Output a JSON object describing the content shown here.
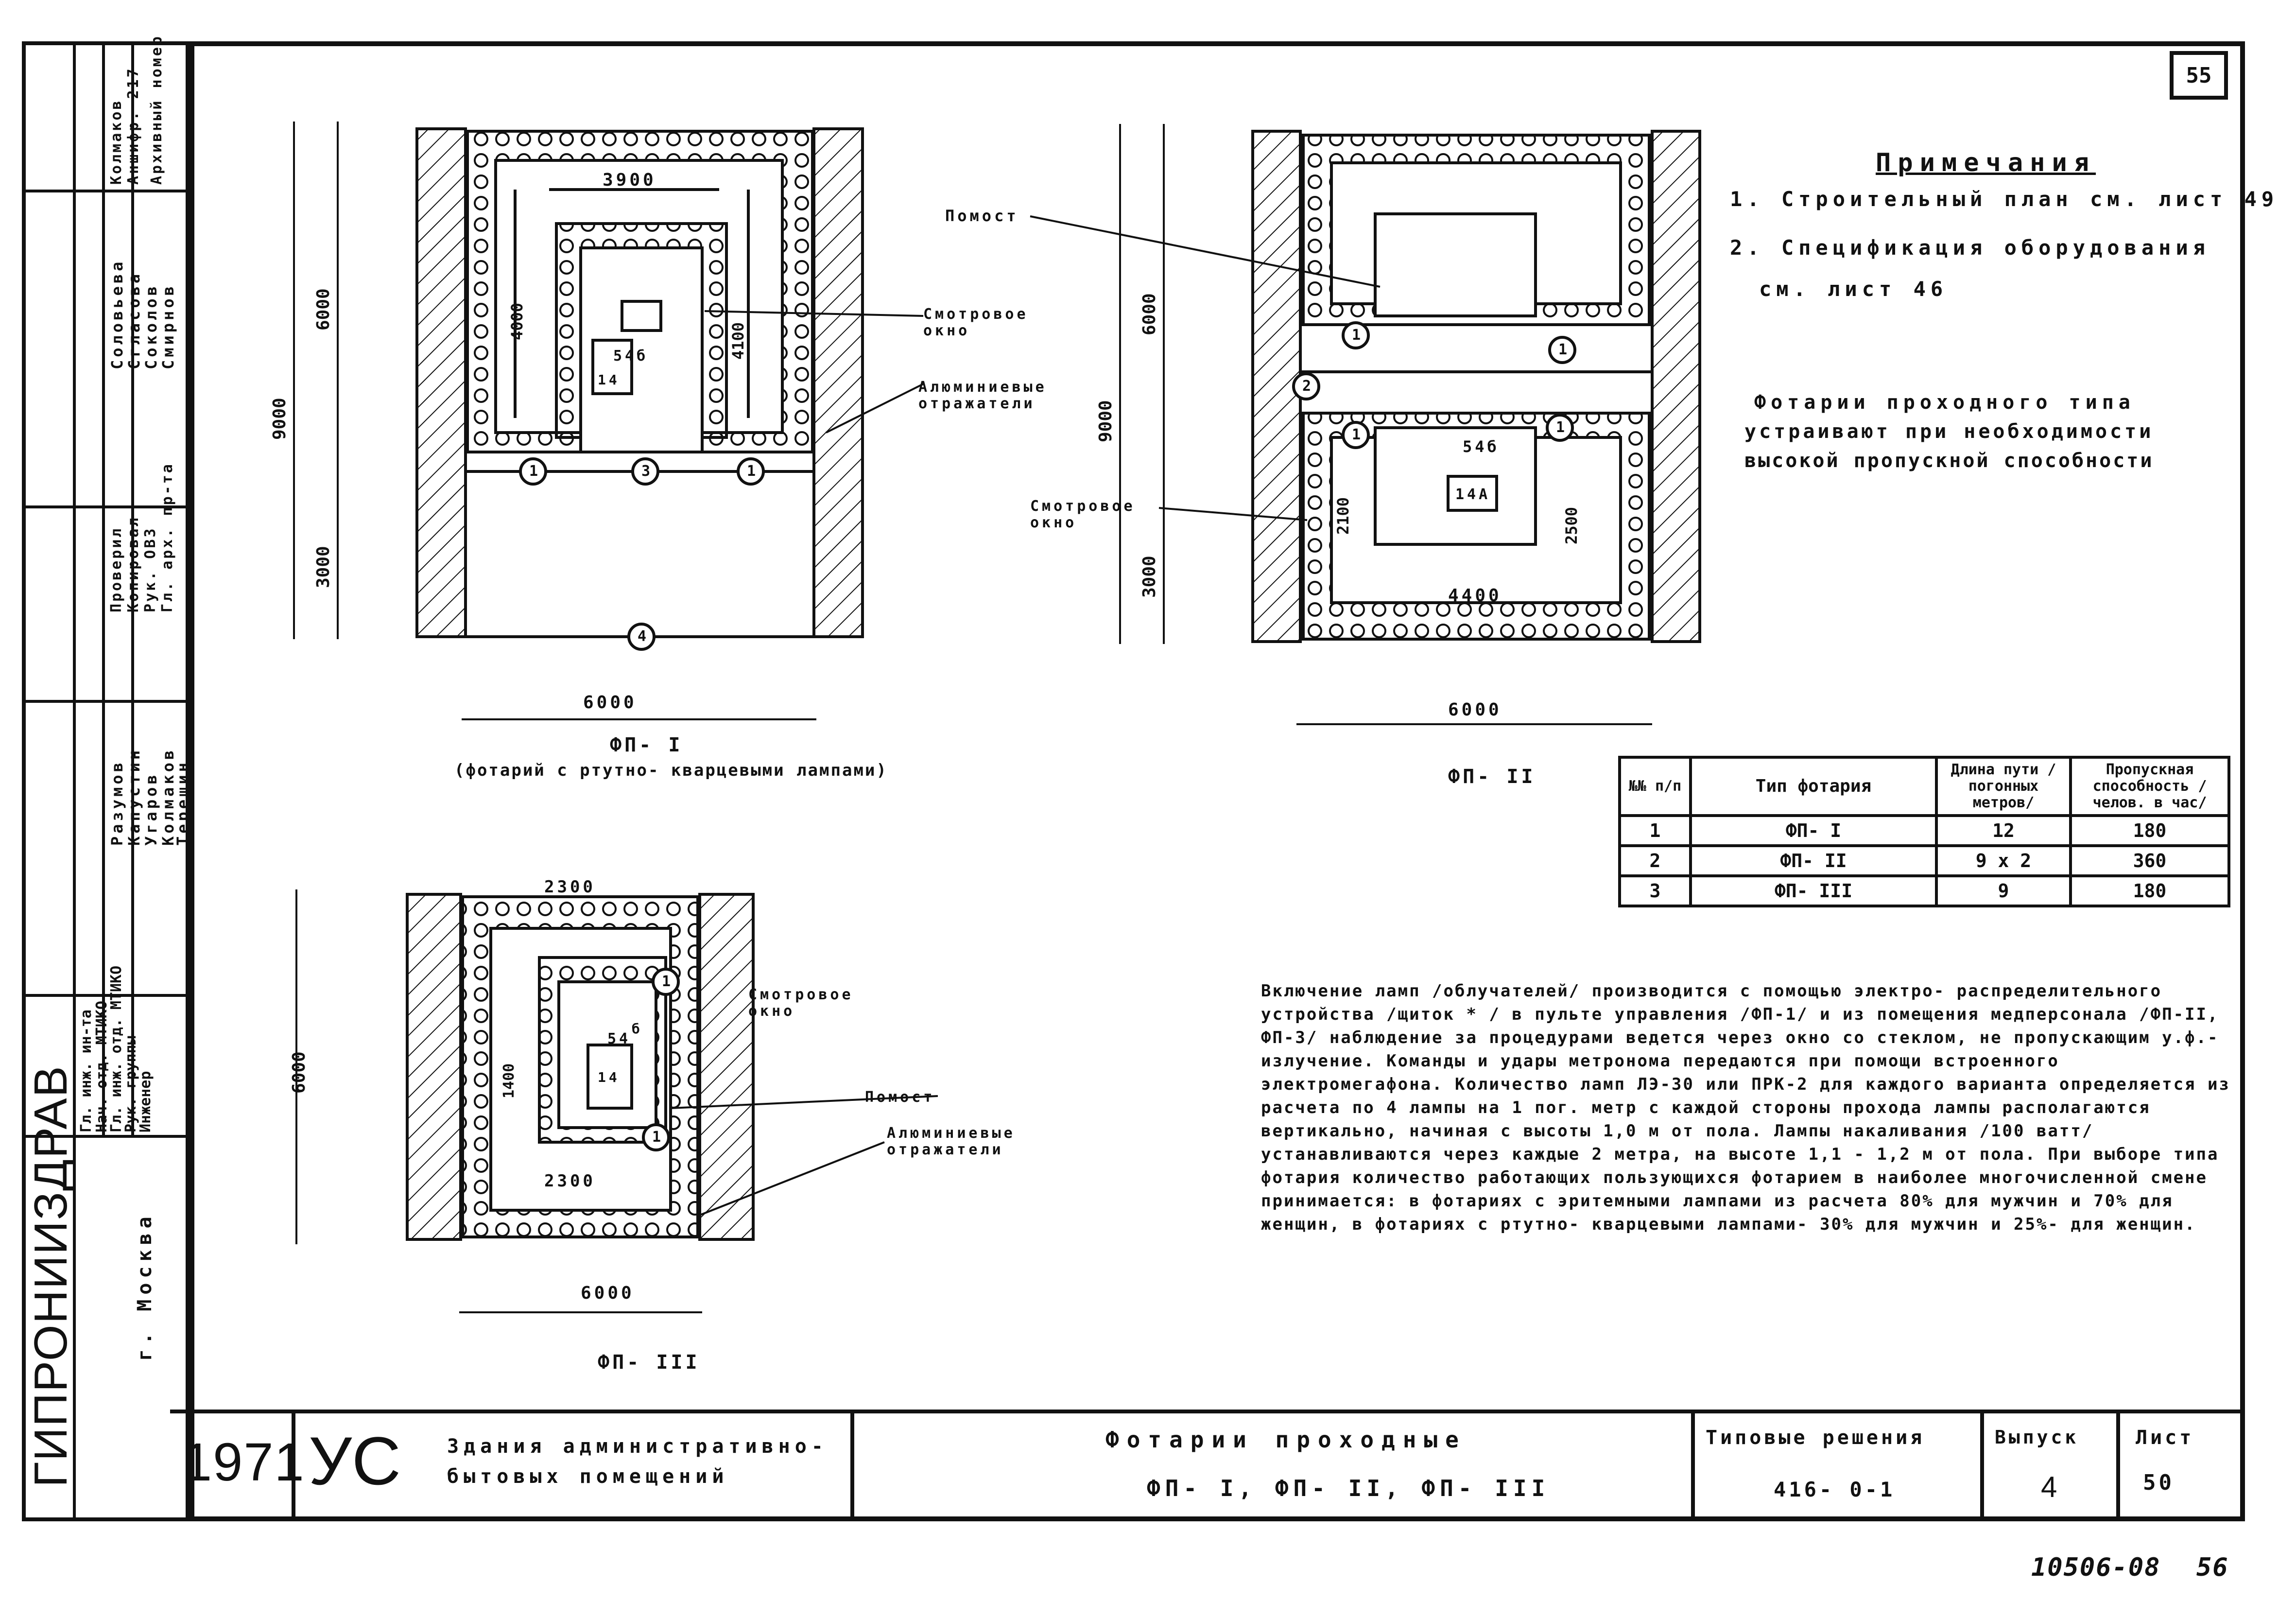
{
  "sheet": {
    "sheet_number": "55",
    "bottom_code": "10506-08",
    "bottom_page": "56"
  },
  "notes": {
    "title": "Примечания",
    "items": [
      "1. Строительный план см. лист 49",
      "2. Спецификация оборудования",
      "см. лист 46"
    ],
    "side_note": [
      "Фотарии проходного типа",
      "устраивают при необходимости",
      "высокой пропускной способности"
    ]
  },
  "plans": {
    "fp1": {
      "caption": "ФП- I",
      "subcaption": "(фотарий с ртутно- кварцевыми лампами)",
      "dims": {
        "total_h": "9000",
        "upper_h": "6000",
        "lower_h": "3000",
        "width": "6000",
        "inner_w": "3900",
        "left_h": "4000",
        "right_h": "4100"
      },
      "marks": [
        "1",
        "3",
        "1",
        "4"
      ],
      "equip": [
        "54б",
        "14"
      ]
    },
    "fp2": {
      "caption": "ФП- II",
      "dims": {
        "total_h": "9000",
        "upper_h": "6000",
        "lower_h": "3000",
        "width": "6000",
        "bottom_w": "4400",
        "left_h": "2100",
        "right_h": "2500"
      },
      "marks": [
        "1",
        "2",
        "1",
        "1",
        "1"
      ],
      "equip": [
        "54б",
        "14А"
      ]
    },
    "fp3": {
      "caption": "ФП- III",
      "dims": {
        "height": "6000",
        "width": "6000",
        "top_w": "2300",
        "bottom_w": "2300",
        "left_h": "1400"
      },
      "marks": [
        "1",
        "1"
      ],
      "equip": [
        "54",
        "б",
        "14"
      ]
    }
  },
  "callouts": {
    "pomost": "Помост",
    "smotr_okno": "Смотровое окно",
    "reflectors": "Алюминиевые отражатели"
  },
  "spec_table": {
    "headers": [
      "№№ п/п",
      "Тип фотария",
      "Длина пути /погонных метров/",
      "Пропускная способность /челов. в час/"
    ],
    "rows": [
      [
        "1",
        "ФП- I",
        "12",
        "180"
      ],
      [
        "2",
        "ФП- II",
        "9 x 2",
        "360"
      ],
      [
        "3",
        "ФП- III",
        "9",
        "180"
      ]
    ]
  },
  "main_text": "Включение ламп /облучателей/ производится с помощью электро- распределительного устройства /щиток * / в пульте управления /ФП-1/ и из помещения медперсонала /ФП-II, ФП-3/ наблюдение за процедурами ведется через окно со стеклом, не пропускающим у.ф.- излучение. Команды и удары метронома передаются при помощи встроенного электромегафона. Количество ламп ЛЭ-30 или ПРК-2 для каждого варианта определяется из расчета по 4 лампы на 1 пог. метр с каждой стороны прохода лампы располагаются вертикально, начиная с высоты 1,0 м от пола. Лампы накаливания /100 ватт/ устанавливаются через каждые 2 метра, на высоте 1,1 - 1,2 м от пола. При выборе типа фотария количество работающих пользующихся фотарием в наиболее многочисленной смене принимается: в фотариях с эритемными лампами из расчета 80% для мужчин и 70% для женщин, в фотариях с ртутно- кварцевыми лампами- 30% для мужчин и 25%- для женщин.",
  "title_block": {
    "org": "ГИПРОНИИЗДРАВ",
    "city": "г. Москва",
    "year": "1971",
    "logo": "УС",
    "project": "Здания административно- бытовых помещений",
    "title_line1": "Фотарии проходные",
    "title_line2": "ФП- I, ФП- II, ФП- III",
    "series_label": "Типовые решения",
    "series_value": "416- 0-1",
    "issue_label": "Выпуск",
    "issue_value": "4",
    "sheet_label": "Лист",
    "sheet_value": "50"
  },
  "stamp": {
    "roles": [
      "Гл. инж. ин-та",
      "Нач. отд. МТИКО",
      "Гл. инж. отд. МТИКО",
      "Рук. группы",
      "Инженер"
    ],
    "names": [
      "Разумов",
      "Капустин",
      "Угаров",
      "Колмаков",
      "Терешин"
    ],
    "roles2": [
      "Проверил",
      "Копировал",
      "Рук. ОВЗ",
      "Гл. арх. пр-та"
    ],
    "names2": [
      "Соловьева",
      "Сгласова",
      "Соколов",
      "Смирнов"
    ],
    "extra": [
      "Колмаков",
      "Аншифр. 217",
      "Архивный номер"
    ]
  }
}
